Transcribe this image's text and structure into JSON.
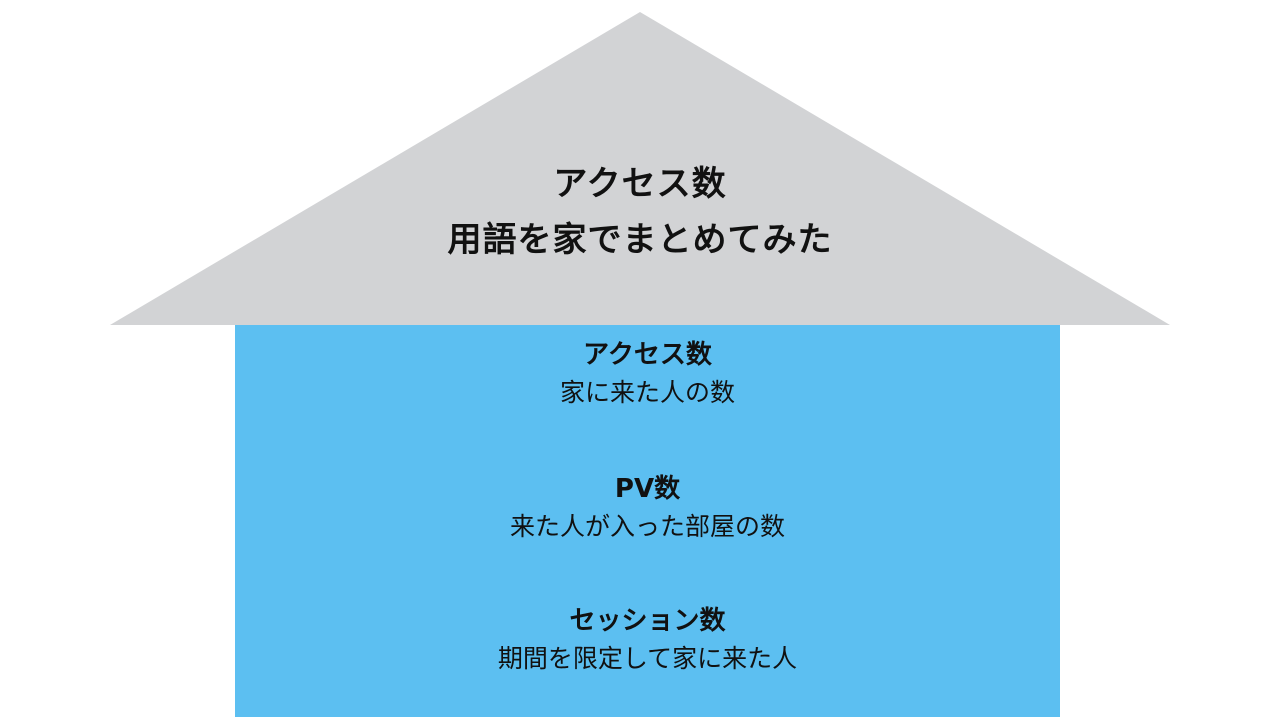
{
  "colors": {
    "roof": "#d2d3d5",
    "walls": "#5cbff1",
    "text": "#111111",
    "background": "#ffffff"
  },
  "roof": {
    "line1": "アクセス数",
    "line2": "用語を家でまとめてみた"
  },
  "terms": [
    {
      "name": "アクセス数",
      "description": "家に来た人の数"
    },
    {
      "name": "PV数",
      "description": "来た人が入った部屋の数"
    },
    {
      "name": "セッション数",
      "description": "期間を限定して家に来た人"
    }
  ]
}
